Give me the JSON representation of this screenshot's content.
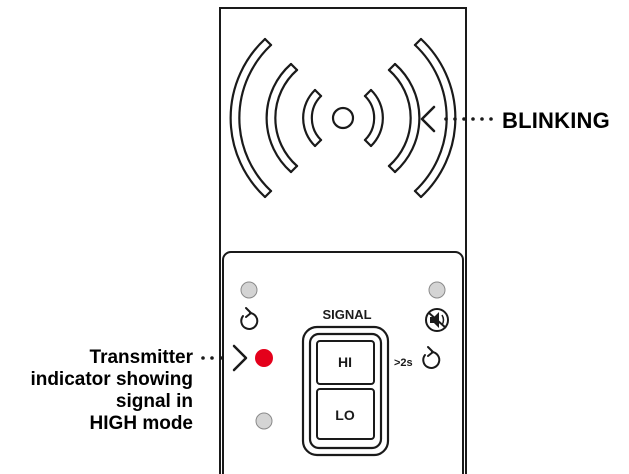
{
  "callouts": {
    "blinking": "BLINKING",
    "transmitter_lines": [
      "Transmitter",
      "indicator showing",
      "signal in",
      "HIGH mode"
    ]
  },
  "panel": {
    "signal_label": "SIGNAL",
    "hi_label": "HI",
    "lo_label": "LO",
    "hold_label": ">2s"
  },
  "icons": {
    "top_left": "reset-arrow-icon",
    "top_right": "mute-speaker-icon",
    "hold": "reset-arrow-icon",
    "signal": "wireless-waves-icon"
  },
  "colors": {
    "outline": "#1a1a1a",
    "led_active": "#e4001b",
    "led_inactive": "#d4d4d4"
  },
  "state": {
    "active_indicator": "transmitter",
    "mode": "HIGH"
  }
}
